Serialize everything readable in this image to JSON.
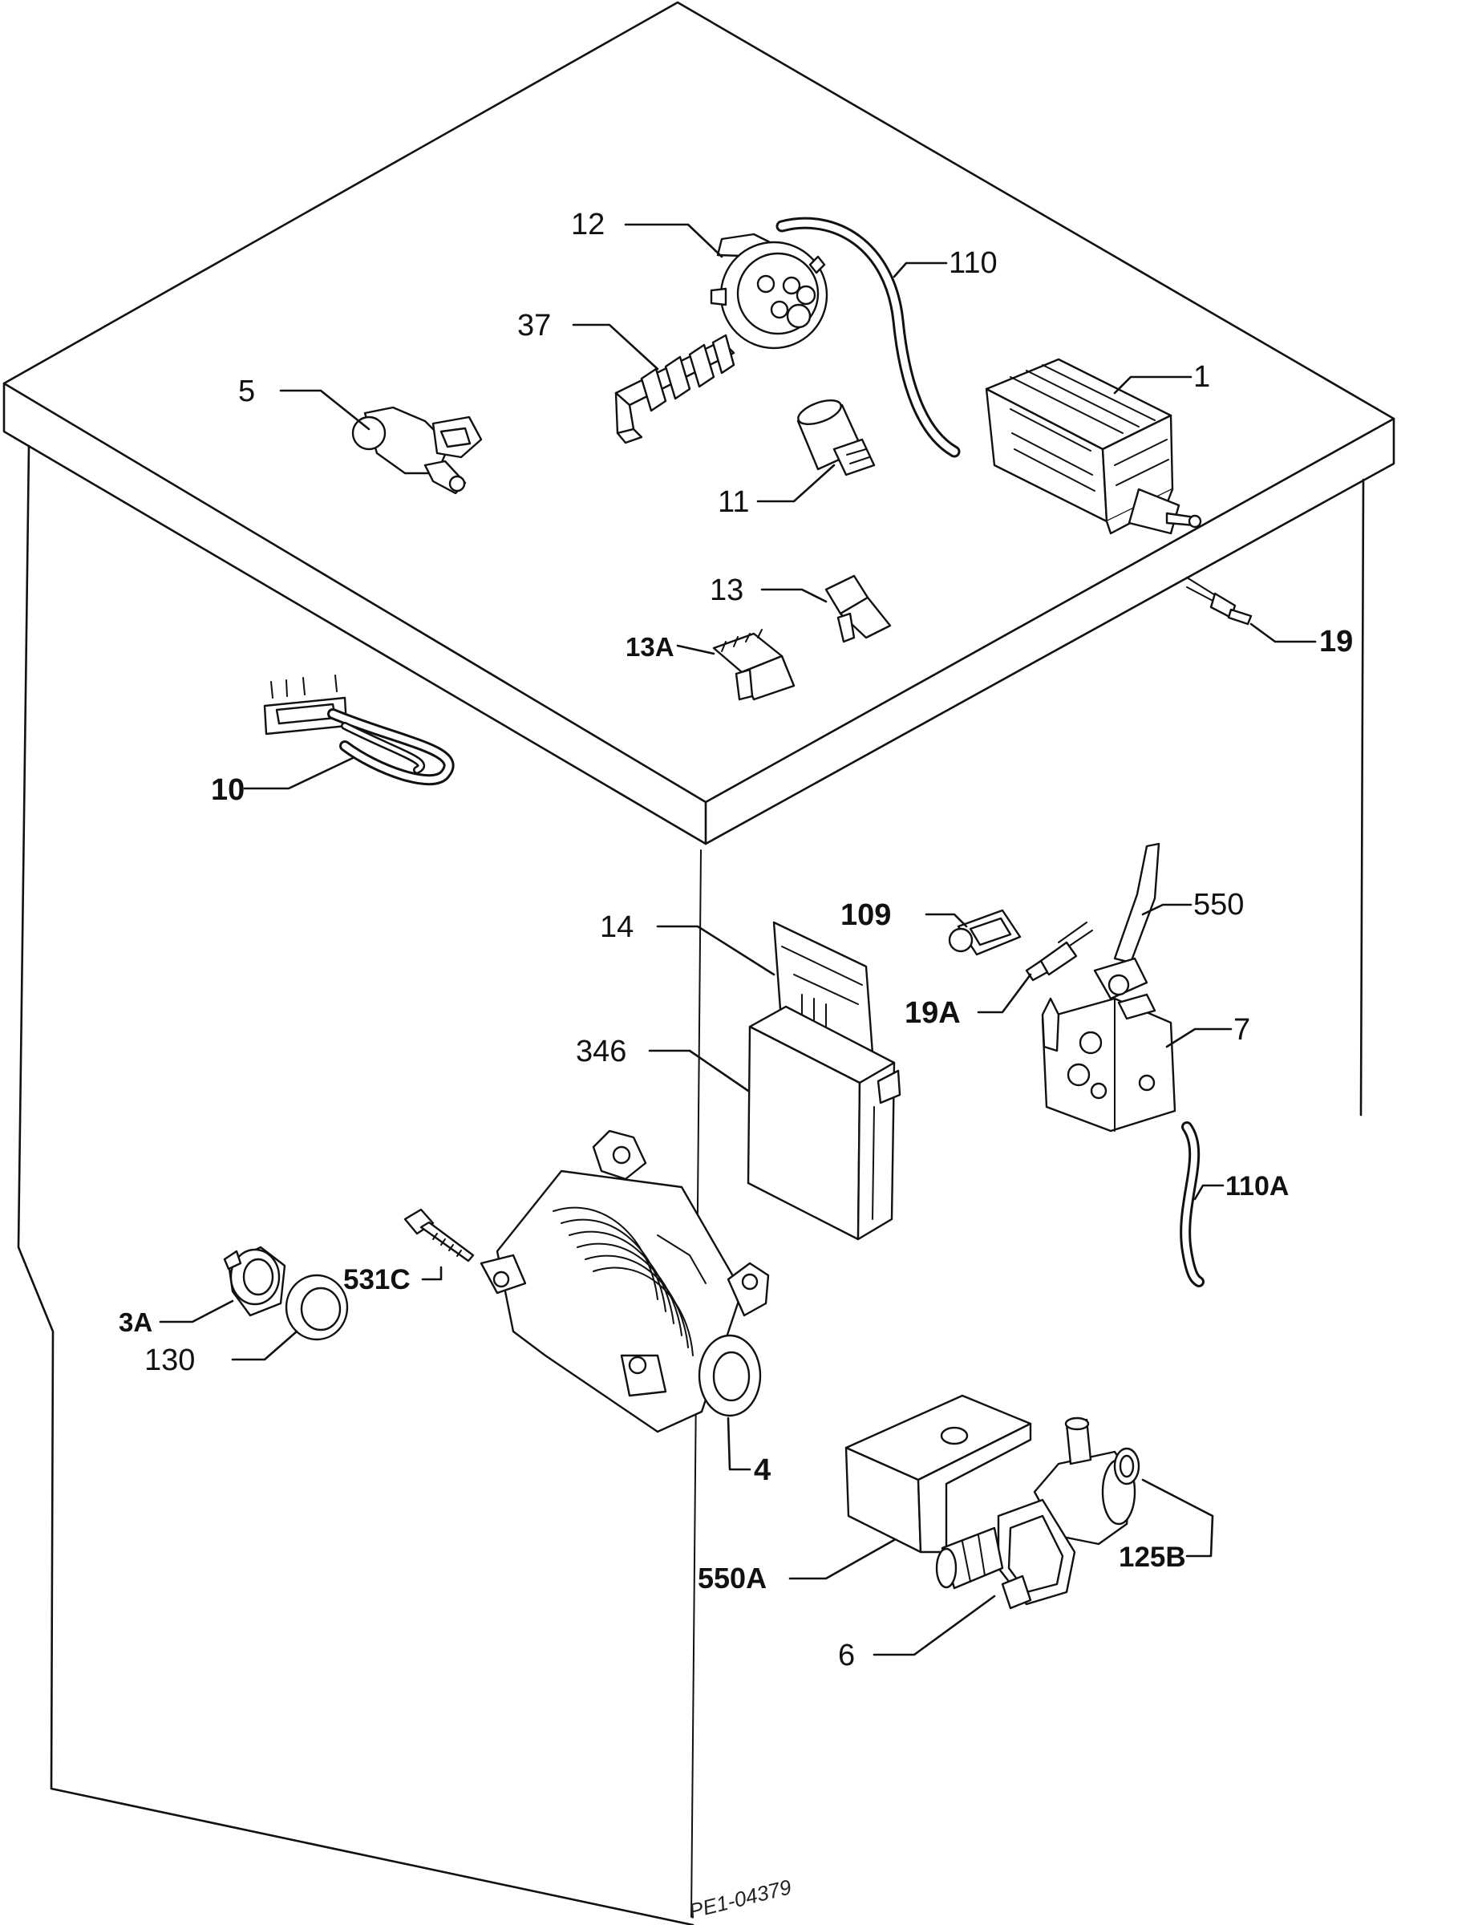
{
  "labels": {
    "l1": "1",
    "l12": "12",
    "l110": "110",
    "l37": "37",
    "l5": "5",
    "l11": "11",
    "l13": "13",
    "l13a": "13A",
    "l19": "19",
    "l10": "10",
    "l14": "14",
    "l109": "109",
    "l550": "550",
    "l19a": "19A",
    "l346": "346",
    "l7": "7",
    "l110a": "110A",
    "l531c": "531C",
    "l3a": "3A",
    "l130": "130",
    "l4": "4",
    "l125b": "125B",
    "l550a": "550A",
    "l6": "6"
  },
  "drawing_code": "PE1-04379"
}
